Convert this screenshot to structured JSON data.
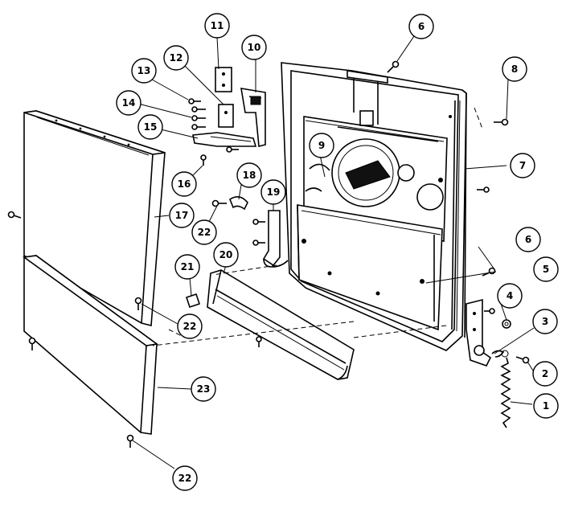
{
  "callouts": [
    {
      "id": "1",
      "label": "1"
    },
    {
      "id": "2",
      "label": "2"
    },
    {
      "id": "3",
      "label": "3"
    },
    {
      "id": "4",
      "label": "4"
    },
    {
      "id": "5",
      "label": "5"
    },
    {
      "id": "6a",
      "label": "6"
    },
    {
      "id": "6b",
      "label": "6"
    },
    {
      "id": "7",
      "label": "7"
    },
    {
      "id": "8",
      "label": "8"
    },
    {
      "id": "9",
      "label": "9"
    },
    {
      "id": "10",
      "label": "10"
    },
    {
      "id": "11",
      "label": "11"
    },
    {
      "id": "12",
      "label": "12"
    },
    {
      "id": "13",
      "label": "13"
    },
    {
      "id": "14",
      "label": "14"
    },
    {
      "id": "15",
      "label": "15"
    },
    {
      "id": "16",
      "label": "16"
    },
    {
      "id": "17",
      "label": "17"
    },
    {
      "id": "18",
      "label": "18"
    },
    {
      "id": "19",
      "label": "19"
    },
    {
      "id": "20",
      "label": "20"
    },
    {
      "id": "21",
      "label": "21"
    },
    {
      "id": "22a",
      "label": "22"
    },
    {
      "id": "22b",
      "label": "22"
    },
    {
      "id": "22c",
      "label": "22"
    },
    {
      "id": "23",
      "label": "23"
    }
  ]
}
